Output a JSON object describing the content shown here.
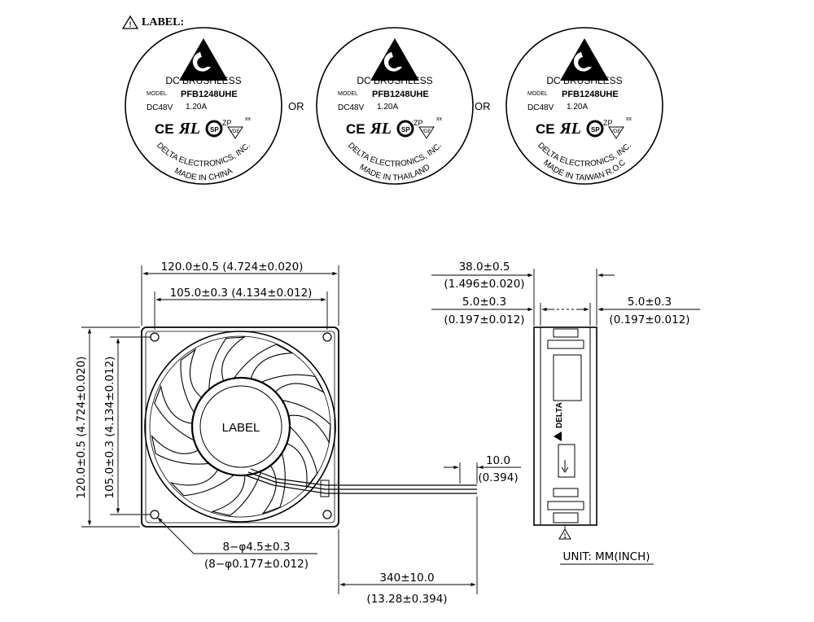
{
  "label_section": {
    "title": "LABEL:"
  },
  "labels": [
    {
      "line1": "DC BRUSHLESS",
      "model_caption": "MODEL",
      "model": "PFB1248UHE",
      "voltage": "DC48V",
      "current": "1.20A",
      "marks": [
        "CE",
        "UL",
        "CSA",
        "ZP",
        "VDE",
        "XX"
      ],
      "maker": "DELTA ELECTRONICS, INC.",
      "origin": "MADE IN CHINA"
    },
    {
      "line1": "DC BRUSHLESS",
      "model_caption": "MODEL",
      "model": "PFB1248UHE",
      "voltage": "DC48V",
      "current": "1.20A",
      "marks": [
        "CE",
        "UL",
        "CSA",
        "ZP",
        "VDE",
        "XX"
      ],
      "maker": "DELTA ELECTRONICS, INC.",
      "origin": "MADE IN THAILAND"
    },
    {
      "line1": "DC BRUSHLESS",
      "model_caption": "MODEL",
      "model": "PFB1248UHE",
      "voltage": "DC48V",
      "current": "1.20A",
      "marks": [
        "CE",
        "UL",
        "CSA",
        "ZP",
        "VDE",
        "XX"
      ],
      "maker": "DELTA ELECTRONICS, INC.",
      "origin": "MADE IN TAIWAN R.O.C"
    }
  ],
  "or_text": "OR",
  "front_view": {
    "hub_label": "LABEL",
    "dim_width_outer": "120.0±0.5  (4.724±0.020)",
    "dim_width_holes": "105.0±0.3  (4.134±0.012)",
    "dim_height_outer": "120.0±0.5  (4.724±0.020)",
    "dim_height_holes": "105.0±0.3  (4.134±0.012)",
    "dim_holes_1": "8−φ4.5±0.3",
    "dim_holes_2": "(8−φ0.177±0.012)"
  },
  "lead": {
    "dim_1": "340±10.0",
    "dim_2": "(13.28±0.394)",
    "strip_1": "10.0",
    "strip_2": "(0.394)"
  },
  "side_view": {
    "depth_1": "38.0±0.5",
    "depth_2": "(1.496±0.020)",
    "flange_left_1": "5.0±0.3",
    "flange_left_2": "(0.197±0.012)",
    "flange_right_1": "5.0±0.3",
    "flange_right_2": "(0.197±0.012)",
    "brand": "DELTA",
    "note_mark": "1"
  },
  "units": "UNIT:  MM(INCH)"
}
